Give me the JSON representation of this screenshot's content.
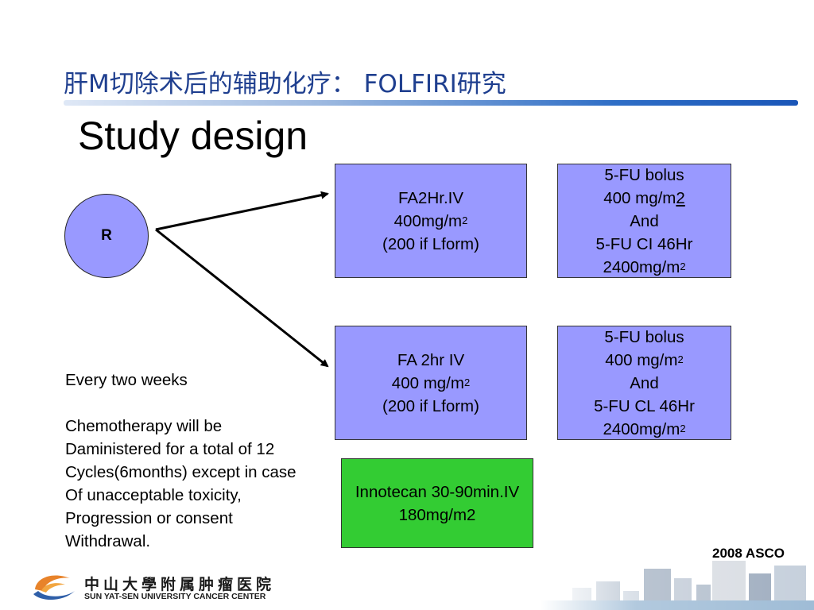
{
  "slide": {
    "title": "肝M切除术后的辅助化疗：  FOLFIRI研究",
    "heading": "Study design"
  },
  "randomization": {
    "label": "R"
  },
  "arm1": {
    "fa": [
      "FA2Hr.IV",
      "400mg/m",
      "(200 if Lform)"
    ],
    "fa_sup": "2",
    "fu": [
      "5-FU bolus",
      "400 mg/m",
      "2",
      "And",
      "5-FU CI 46Hr",
      "2400mg/m"
    ],
    "fu_sup": "2"
  },
  "arm2": {
    "fa": [
      "FA 2hr IV",
      "400 mg/m",
      "(200 if Lform)"
    ],
    "fa_sup": "2",
    "fu": [
      "5-FU bolus",
      "400 mg/m",
      "And",
      "5-FU CL 46Hr",
      "2400mg/m"
    ],
    "fu_sup": "2",
    "irinotecan": [
      "Innotecan 30-90min.IV",
      "180mg/m2"
    ]
  },
  "notes": {
    "frequency": "Every two weeks",
    "duration": [
      "Chemotherapy will be",
      "Daministered for a total of 12",
      "Cycles(6months) except in case",
      "Of unacceptable toxicity,",
      "Progression or consent",
      "Withdrawal."
    ]
  },
  "footer": {
    "conference": "2008 ASCO",
    "institution_cn": "中山大學附属肿瘤医院",
    "institution_en": "SUN YAT-SEN UNIVERSITY CANCER CENTER"
  },
  "colors": {
    "box_fill": "#9999ff",
    "irinotecan_fill": "#33cc33",
    "title_color": "#1f3f8f"
  }
}
